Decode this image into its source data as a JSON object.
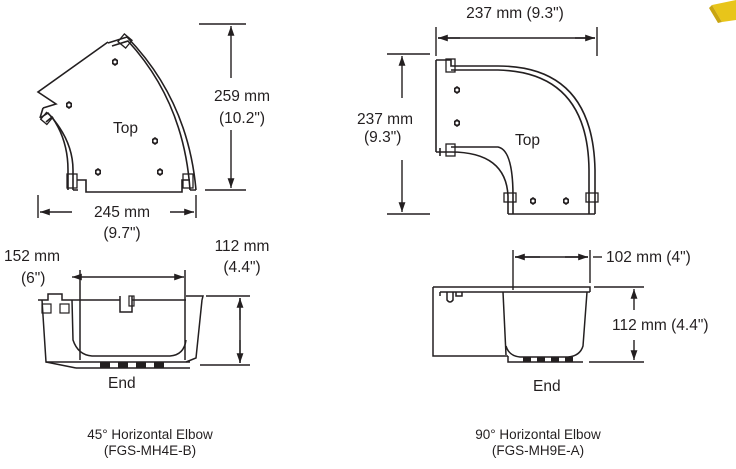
{
  "left_figure": {
    "top_view": {
      "height_mm": "259 mm",
      "height_in": "(10.2\")",
      "label": "Top",
      "width_mm": "245 mm",
      "width_in": "(9.7\")"
    },
    "end_view": {
      "width_mm": "152 mm",
      "width_in": "(6\")",
      "height_mm": "112 mm",
      "height_in": "(4.4\")",
      "label": "End"
    },
    "caption_title": "45° Horizontal Elbow",
    "caption_part": "(FGS-MH4E-B)"
  },
  "right_figure": {
    "top_view": {
      "width_label": "237 mm (9.3\")",
      "height_mm": "237 mm",
      "height_in": "(9.3\")",
      "label": "Top"
    },
    "end_view": {
      "width_label": "102 mm (4\")",
      "height_label": "112 mm (4.4\")",
      "label": "End"
    },
    "caption_title": "90° Horizontal Elbow",
    "caption_part": "(FGS-MH9E-A)"
  },
  "colors": {
    "line": "#231f20",
    "accent_yellow": "#e8c51a"
  }
}
